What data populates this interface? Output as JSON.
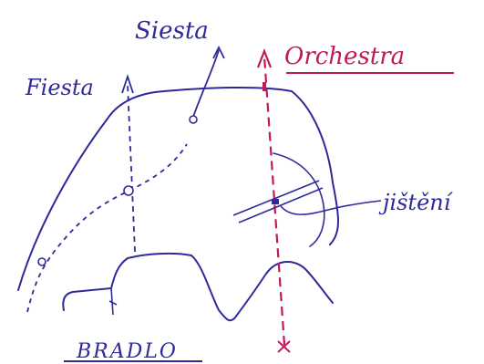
{
  "labels": {
    "fiesta_upper": "Ѕiesta",
    "fiesta_left": "Fiesta",
    "orchestra": "Orchestra",
    "jisteni": "jištění",
    "bradlo": "BRADLO"
  },
  "colors": {
    "paper": "#ffffff",
    "ink_blue": "#2e2a9a",
    "ink_magenta": "#c2185b"
  }
}
